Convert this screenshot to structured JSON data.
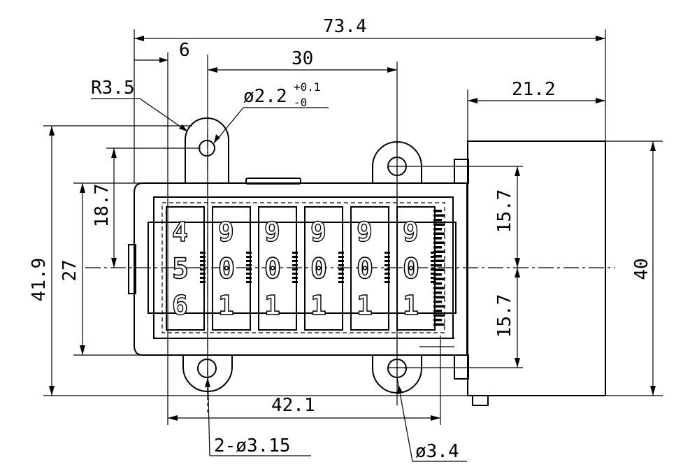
{
  "dimensions": {
    "overall_width": "73.4",
    "flange_width": "6",
    "hole_spacing": "30",
    "radius": "R3.5",
    "pin_hole": "ø2.2",
    "pin_tol_plus": "+0.1",
    "pin_tol_minus": "-0",
    "motor_width": "21.2",
    "overall_height": "41.9",
    "window_height": "27",
    "upper_offset": "18.7",
    "upper_half": "15.7",
    "lower_half": "15.7",
    "motor_height": "40",
    "bottom_span": "42.1",
    "hole_pair": "2-ø3.15",
    "hole_single": "ø3.4"
  },
  "counter": {
    "top_row": [
      "4",
      "9",
      "9",
      "9",
      "9",
      "9"
    ],
    "middle_row": [
      "5",
      "0",
      "0",
      "0",
      "0",
      "0"
    ],
    "bottom_row": [
      "6",
      "1",
      "1",
      "1",
      "1",
      "1"
    ]
  }
}
